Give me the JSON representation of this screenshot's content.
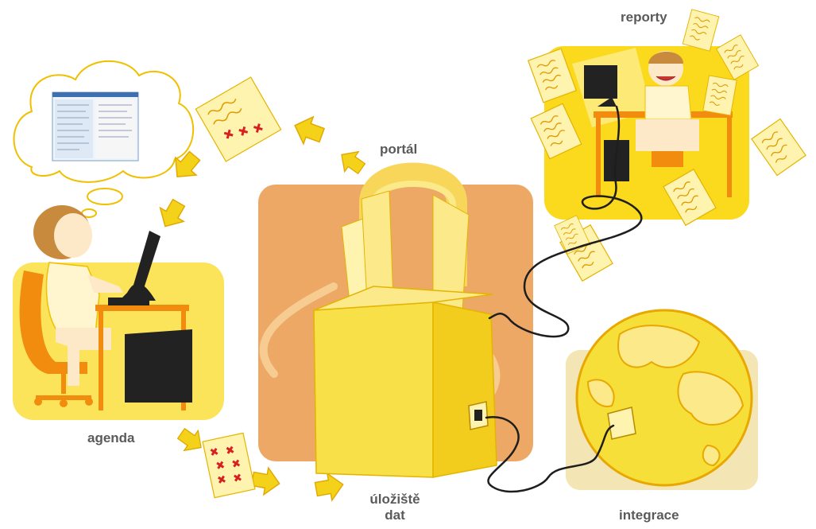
{
  "labels": {
    "reporty": "reporty",
    "portal": "portál",
    "agenda": "agenda",
    "uloziste_line1": "úložiště",
    "uloziste_line2": "dat",
    "integrace": "integrace"
  },
  "colors": {
    "yellow": "#f5d21a",
    "yellow_light": "#fbe98a",
    "orange_panel": "#eda866",
    "tan_panel": "#f4e5b4",
    "cable": "#1e1e1e",
    "text": "#5a5a5a",
    "red_mark": "#d82020"
  },
  "icons": {
    "storage": "shopping-bag-icon",
    "globe": "globe-icon",
    "arrows": "yellow-arrow-icon",
    "documents": "document-icon"
  }
}
